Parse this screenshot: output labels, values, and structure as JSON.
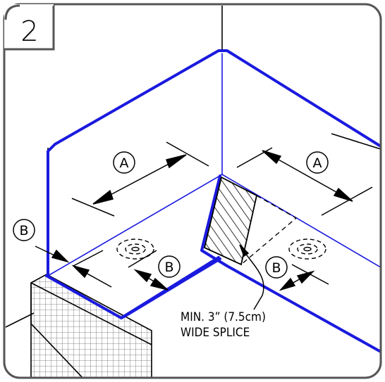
{
  "step_number": "2",
  "labels": {
    "a_left": "A",
    "a_right": "A",
    "b_outer": "B",
    "b_drain_left": "B",
    "b_drain_right": "B"
  },
  "callout": {
    "line1": "MIN. 3” (7.5cm)",
    "line2": "WIDE SPLICE"
  },
  "colors": {
    "membrane": "#1a1adf",
    "line": "#000000",
    "frame": "#555555"
  }
}
